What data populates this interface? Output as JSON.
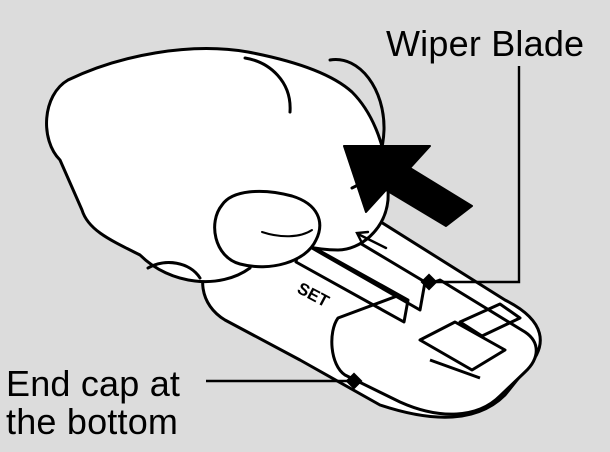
{
  "callouts": {
    "wiper_blade": "Wiper Blade",
    "end_cap_line1": "End cap at",
    "end_cap_line2": "the bottom"
  },
  "part_text": {
    "set_mark": "SET"
  },
  "colors": {
    "background": "#dcdcdc",
    "line": "#000000",
    "fill": "#ffffff"
  },
  "icons": {
    "direction_arrow": "bold-arrow-up-left",
    "slide_arrow": "thin-arrow-left"
  }
}
